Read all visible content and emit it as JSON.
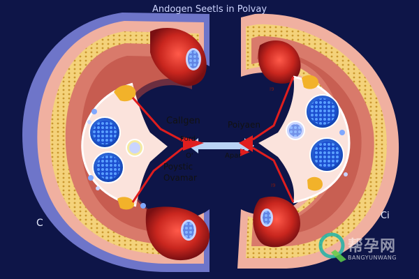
{
  "diagram": {
    "title": "Andogen Seetls in Polvay",
    "labels": {
      "callgen": "Callgen",
      "poiyaen": "Poiyaen",
      "pord": "Pord",
      "o_small": "O'",
      "apar": "Apar",
      "poystic": "Poystic",
      "ovamar": "Ovamar",
      "c_left": "C",
      "ci_right": "Ci",
      "tiny_top_right": "I9",
      "tiny_bottom_right": "I9"
    }
  },
  "watermark": {
    "text": "帮孕网",
    "subtext": "BANGYUNWANG"
  },
  "colors": {
    "background": "#0e1548",
    "tissue": "#e89a8c",
    "follicle_blue": "#1f5fd8",
    "arrow_red": "#e01e1e",
    "arrow_blue": "#b9d3f5"
  }
}
